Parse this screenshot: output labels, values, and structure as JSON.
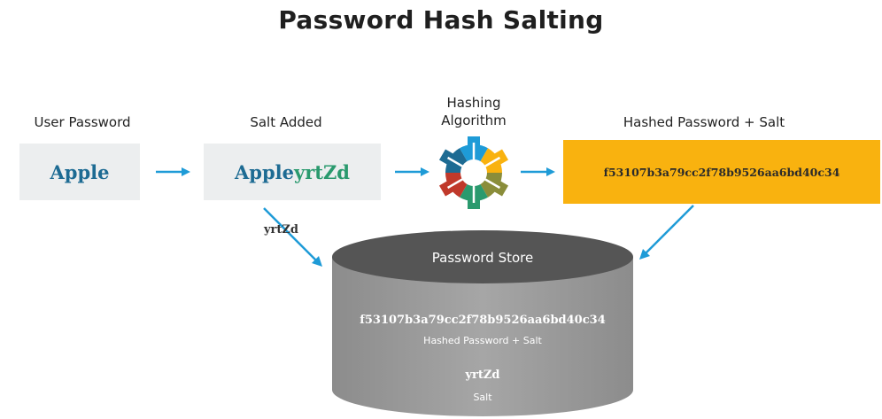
{
  "title": "Password Hash Salting",
  "labels": {
    "user_password": "User Password",
    "salt_added": "Salt Added",
    "hashing_line1": "Hashing",
    "hashing_line2": "Algorithm",
    "hashed_plus_salt": "Hashed Password + Salt"
  },
  "boxes": {
    "password": "Apple",
    "salted_base": "Apple",
    "salted_salt": "yrtZd",
    "hash": "f53107b3a79cc2f78b9526aa6bd40c34"
  },
  "salt_arrow_label": "yrtZd",
  "store": {
    "title": "Password Store",
    "hash": "f53107b3a79cc2f78b9526aa6bd40c34",
    "hash_caption": "Hashed Password + Salt",
    "salt": "yrtZd",
    "salt_caption": "Salt"
  },
  "colors": {
    "arrow": "#1e9bd7",
    "hash_box": "#f9b20f",
    "input_box": "#eceeef",
    "password_text": "#1d6b93",
    "salt_text": "#2a9a6e",
    "cylinder_top": "#555555",
    "cylinder_body": "#9a9a9a",
    "gear_segments": [
      "#1d6b93",
      "#1e9bd7",
      "#2a9a6e",
      "#f9b20f",
      "#8a8d3a",
      "#c0392b"
    ]
  },
  "icons": {
    "hashing": "gear-icon",
    "store": "database-cylinder-icon"
  }
}
